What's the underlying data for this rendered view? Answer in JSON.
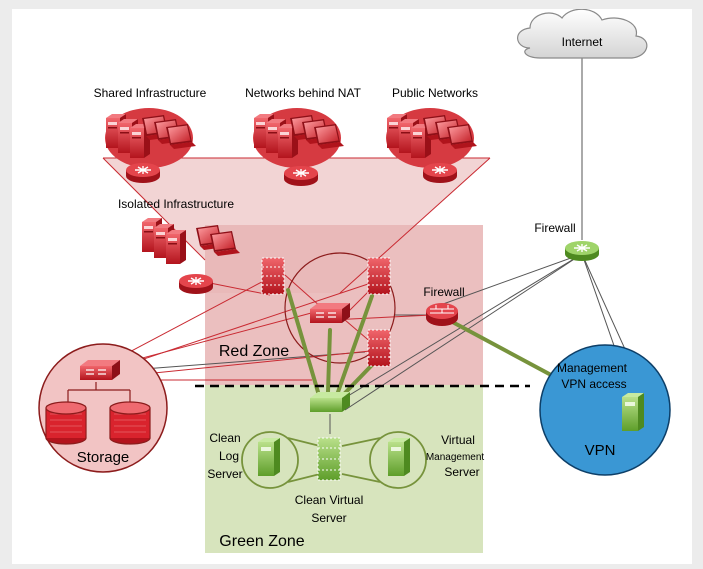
{
  "labels": {
    "shared_infrastructure": "Shared Infrastructure",
    "networks_behind_nat": "Networks behind NAT",
    "public_networks": "Public Networks",
    "isolated_infrastructure": "Isolated Infrastructure",
    "internet": "Internet",
    "firewall_top": "Firewall",
    "firewall_red": "Firewall",
    "red_zone": "Red Zone",
    "green_zone": "Green Zone",
    "storage": "Storage",
    "vpn": "VPN",
    "mgmt_vpn_line1": "Management",
    "mgmt_vpn_line2": "VPN access",
    "clean_log_line1": "Clean",
    "clean_log_line2": "Log",
    "clean_log_line3": "Server",
    "virtual_mgmt_line1": "Virtual",
    "virtual_mgmt_line2": "Management",
    "virtual_mgmt_line3": "Server",
    "clean_virtual_line1": "Clean Virtual",
    "clean_virtual_line2": "Server"
  },
  "colors": {
    "red_zone_fill": "#e8b4b4",
    "green_zone_fill": "#d7e4bd",
    "red_device": "#d9232d",
    "green_device": "#7ac143",
    "green_link": "#6b8e23",
    "vpn_fill": "#3c9ad6",
    "storage_fill": "#f2c4c4",
    "storage_stroke": "#8c1c1c"
  },
  "icons": [
    "server-rack-icon",
    "monitor-icon",
    "router-icon",
    "switch-icon",
    "firewall-icon",
    "cloud-icon",
    "database-icon"
  ]
}
